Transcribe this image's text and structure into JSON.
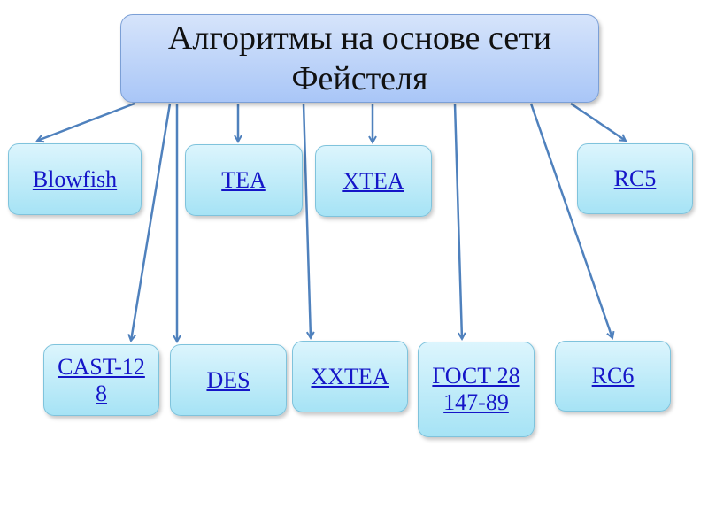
{
  "title": "Алгоритмы на основе сети Фейстеля",
  "nodes": {
    "blowfish": "Blowfish",
    "tea": "TEA",
    "xtea": "XTEA",
    "rc5": "RC5",
    "cast128": "CAST-128",
    "des": "DES",
    "xxtea": "XXTEA",
    "gost": "ГОСТ 28147-89",
    "rc6": "RC6"
  },
  "colors": {
    "arrow": "#4f81bd",
    "link": "#1515c8"
  }
}
